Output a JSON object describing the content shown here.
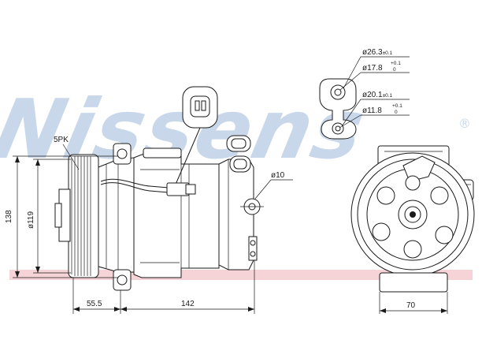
{
  "watermark": {
    "brand": "Nissens",
    "registered_mark": "®"
  },
  "left_view": {
    "belt_label": "5PK",
    "height_label": "138",
    "pulley_diameter_label": "ø119",
    "pulley_width_label": "55.5",
    "body_length_label": "142",
    "port_diameter_label": "ø10"
  },
  "ports": {
    "upper_outer": {
      "base": "ø26.3",
      "tol": "±0.1"
    },
    "upper_inner": {
      "base": "ø17.8",
      "tol_upper": "+0.1",
      "tol_lower": "0"
    },
    "lower_outer": {
      "base": "ø20.1",
      "tol": "±0.1"
    },
    "lower_inner": {
      "base": "ø11.8",
      "tol_upper": "+0.1",
      "tol_lower": "0"
    }
  },
  "right_view": {
    "width_label": "70"
  },
  "colors": {
    "line": "#1a1a1a",
    "watermark_blue": "#c9d7ea",
    "watermark_red": "#f2c4c8"
  }
}
